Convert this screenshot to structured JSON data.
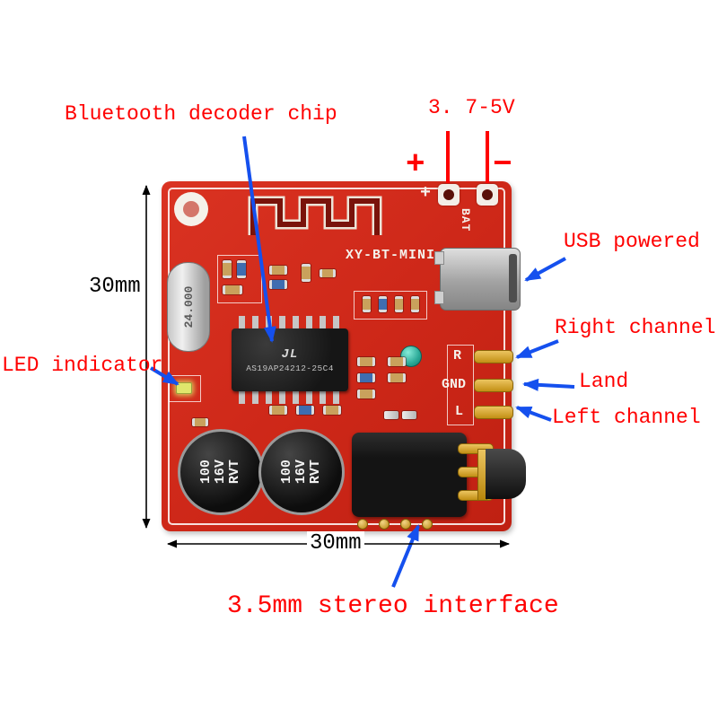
{
  "annotations": {
    "bluetooth_chip_label": "Bluetooth decoder chip",
    "voltage_label": "3. 7-5V",
    "plus_sign": "+",
    "minus_sign": "−",
    "usb_label": "USB powered",
    "right_channel_label": "Right channel",
    "land_label": "Land",
    "left_channel_label": "Left channel",
    "led_label": "LED indicator",
    "stereo_label": "3.5mm stereo interface",
    "height_dim": "30mm",
    "width_dim": "30mm"
  },
  "board": {
    "model": "XY-BT-MINI",
    "bat_label": "BAT",
    "bat_plus_silk": "+",
    "chip": {
      "logo": "JL",
      "part_number": "AS19AP24212-25C4"
    },
    "crystal_label": "24.000",
    "cap_text": {
      "l1": "100",
      "l2": "16V",
      "l3": "RVT"
    },
    "pads": {
      "r": "R",
      "gnd": "GND",
      "l": "L"
    }
  },
  "colors": {
    "annotation_red": "#ff0000",
    "arrow_blue": "#1550ee",
    "pcb_red": "#cd2718",
    "dimension_black": "#000000"
  }
}
